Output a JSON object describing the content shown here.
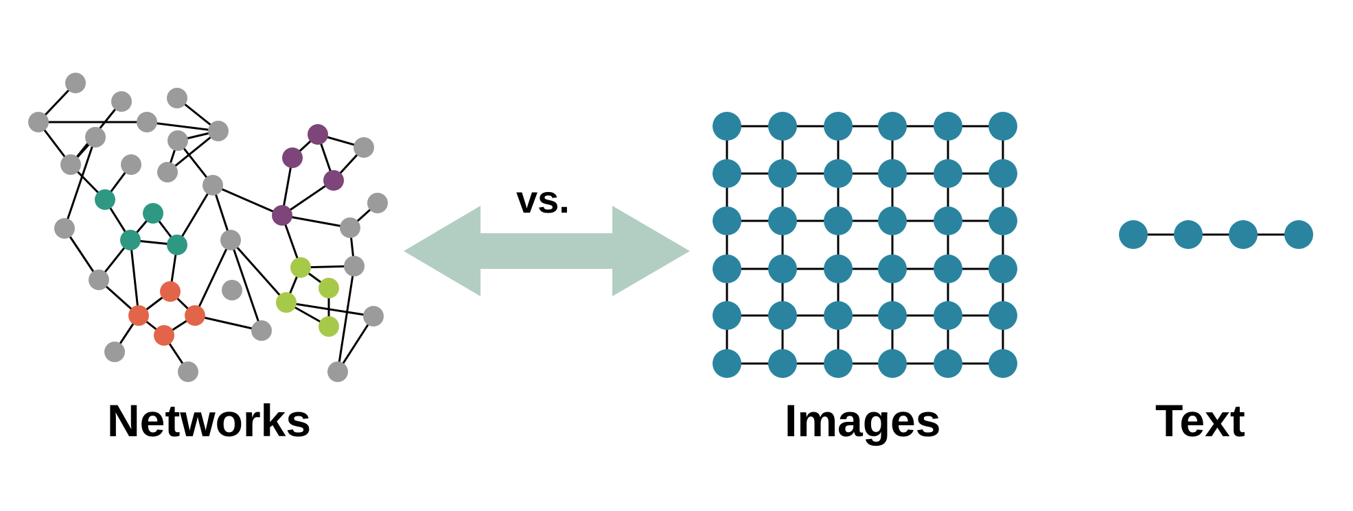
{
  "labels": {
    "networks": "Networks",
    "vs": "vs.",
    "images": "Images",
    "text": "Text"
  },
  "colors": {
    "gray": "#9b9b9b",
    "teal": "#2f9883",
    "orange": "#e2654a",
    "purple": "#7d4579",
    "lime": "#a7c94a",
    "grid": "#2a84a0",
    "arrow": "#b2cec3",
    "edge": "#000000"
  },
  "icons": {
    "arrow": "double-arrow-icon"
  }
}
